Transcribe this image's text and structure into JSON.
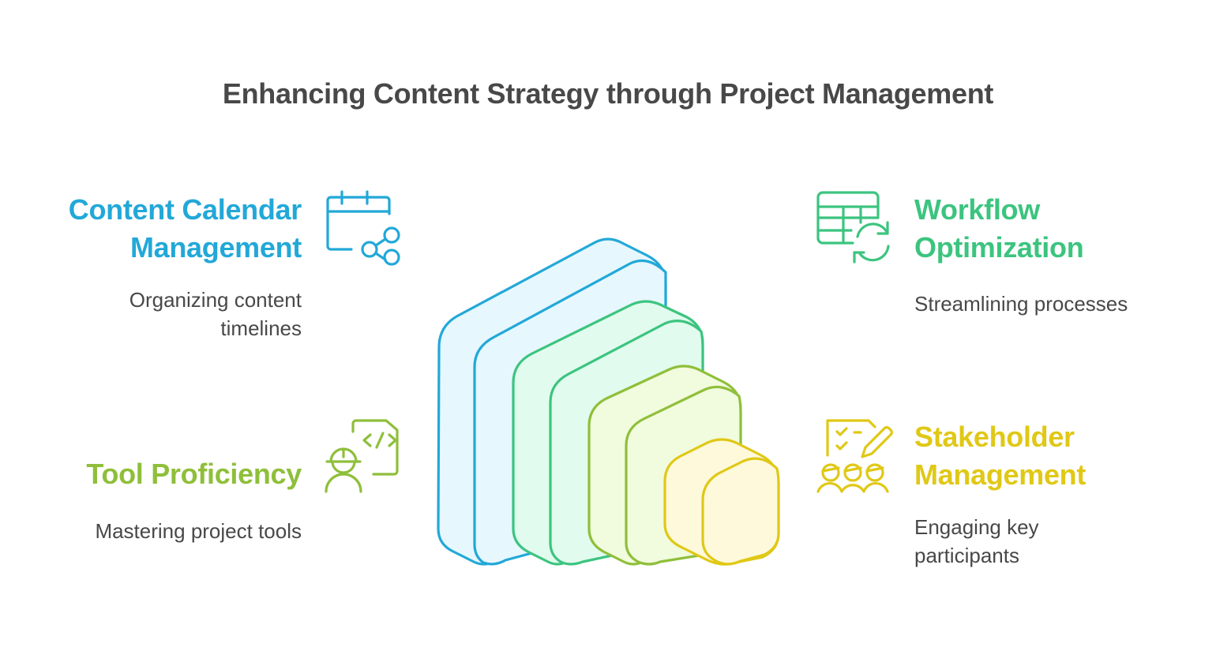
{
  "title": "Enhancing Content Strategy through Project Management",
  "colors": {
    "title": "#484848",
    "description": "#484848",
    "blue": "#22a8d8",
    "green": "#3cc47f",
    "lime": "#8fbf3a",
    "yellow": "#e0c816",
    "blue_fill": "#e6f7fd",
    "green_fill": "#e1fbee",
    "lime_fill": "#f1fbdd",
    "yellow_fill": "#fef9db"
  },
  "items": [
    {
      "id": "content-calendar",
      "heading_line1": "Content Calendar",
      "heading_line2": "Management",
      "description_line1": "Organizing content",
      "description_line2": "timelines",
      "icon": "calendar-share-icon",
      "color": "#22a8d8",
      "position": "top-left"
    },
    {
      "id": "workflow",
      "heading_line1": "Workflow",
      "heading_line2": "Optimization",
      "description_line1": "Streamlining processes",
      "icon": "table-refresh-icon",
      "color": "#3cc47f",
      "position": "top-right"
    },
    {
      "id": "tool-proficiency",
      "heading_line1": "Tool Proficiency",
      "description_line1": "Mastering project tools",
      "icon": "developer-code-icon",
      "color": "#8fbf3a",
      "position": "bottom-left"
    },
    {
      "id": "stakeholder",
      "heading_line1": "Stakeholder",
      "heading_line2": "Management",
      "description_line1": "Engaging key",
      "description_line2": "participants",
      "icon": "checklist-team-icon",
      "color": "#e0c816",
      "position": "bottom-right"
    }
  ]
}
